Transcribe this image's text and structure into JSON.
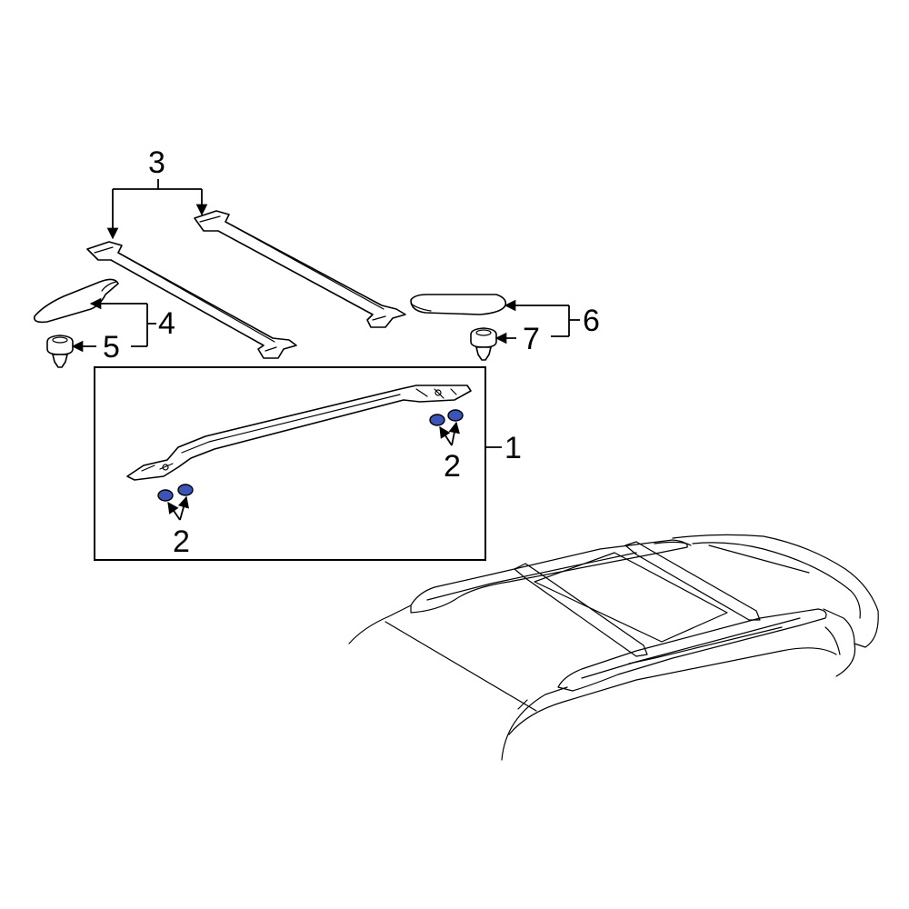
{
  "callouts": {
    "c1": "1",
    "c2a": "2",
    "c2b": "2",
    "c3": "3",
    "c4": "4",
    "c5": "5",
    "c6": "6",
    "c7": "7"
  },
  "colors": {
    "cap_fill": "#3a55b7",
    "line": "#000000",
    "background": "#ffffff"
  }
}
